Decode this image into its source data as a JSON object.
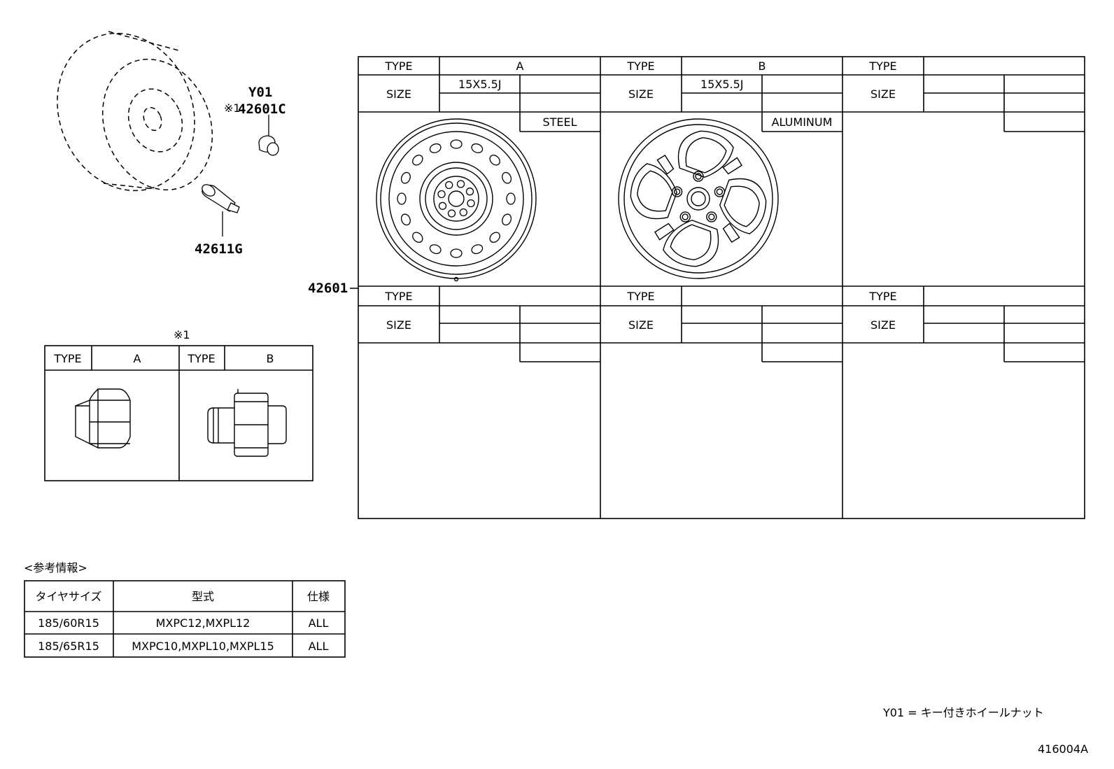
{
  "parts": {
    "y01": "Y01",
    "valve_cap_note": "※1",
    "valve_cap": "42601C",
    "valve": "42611G",
    "wheel": "42601"
  },
  "wheel_table": {
    "type_label": "TYPE",
    "size_label": "SIZE",
    "columns": [
      {
        "type": "A",
        "size": "15X5.5J",
        "material": "STEEL",
        "has_wheel": true
      },
      {
        "type": "B",
        "size": "15X5.5J",
        "material": "ALUMINUM",
        "has_wheel": true
      },
      {
        "type": "",
        "size": "",
        "material": "",
        "has_wheel": false
      }
    ],
    "lower_columns": [
      {
        "type": "",
        "size": ""
      },
      {
        "type": "",
        "size": ""
      },
      {
        "type": "",
        "size": ""
      }
    ]
  },
  "nut_table": {
    "note": "※1",
    "type_label": "TYPE",
    "types": [
      "A",
      "B"
    ]
  },
  "reference": {
    "title": "<参考情報>",
    "headers": [
      "タイヤサイズ",
      "型式",
      "仕様"
    ],
    "rows": [
      [
        "185/60R15",
        "MXPC12,MXPL12",
        "ALL"
      ],
      [
        "185/65R15",
        "MXPC10,MXPL10,MXPL15",
        "ALL"
      ]
    ]
  },
  "legend": "Y01 = キー付きホイールナット",
  "diagram_code": "416004A",
  "icons": [
    "tire-icon",
    "valve-cap-icon",
    "valve-stem-icon",
    "steel-wheel-icon",
    "aluminum-wheel-icon",
    "nut-type-a-icon",
    "nut-type-b-icon"
  ]
}
